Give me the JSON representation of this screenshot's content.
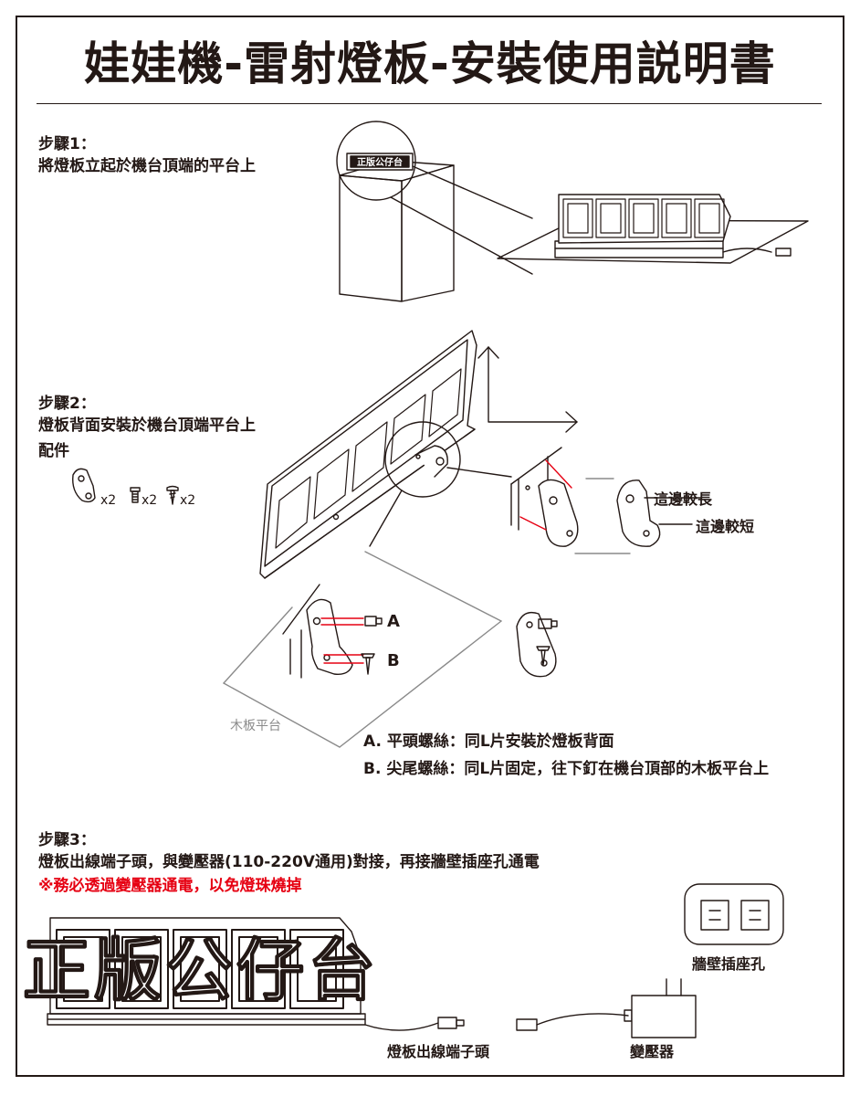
{
  "title": "娃娃機-雷射燈板-安裝使用説明書",
  "step1": {
    "heading": "步驟1：",
    "text": "將燈板立起於機台頂端的平台上"
  },
  "step2": {
    "heading": "步驟2：",
    "text": "燈板背面安裝於機台頂端平台上",
    "accessories": "配件",
    "qty_bracket": "x2",
    "qty_flat_screw": "x2",
    "qty_tail_screw": "x2",
    "longer_side": "這邊較長",
    "shorter_side": "這邊較短",
    "label_a": "A",
    "label_b": "B",
    "wood_platform": "木板平台",
    "note_a": "A. 平頭螺絲：同L片安裝於燈板背面",
    "note_b": "B. 尖尾螺絲：同L片固定，往下釘在機台頂部的木板平台上"
  },
  "step3": {
    "heading": "步驟3：",
    "text": "燈板出線端子頭，與變壓器(110-220V通用)對接，再接牆壁插座孔通電",
    "warning": "※務必透過變壓器通電，以免燈珠燒掉",
    "wall_socket": "牆壁插座孔",
    "cable_terminal": "燈板出線端子頭",
    "transformer": "變壓器"
  },
  "sign_text": "正版公仔台",
  "colors": {
    "ink": "#231815",
    "red": "#e60012",
    "gray": "#8a8a8a"
  }
}
